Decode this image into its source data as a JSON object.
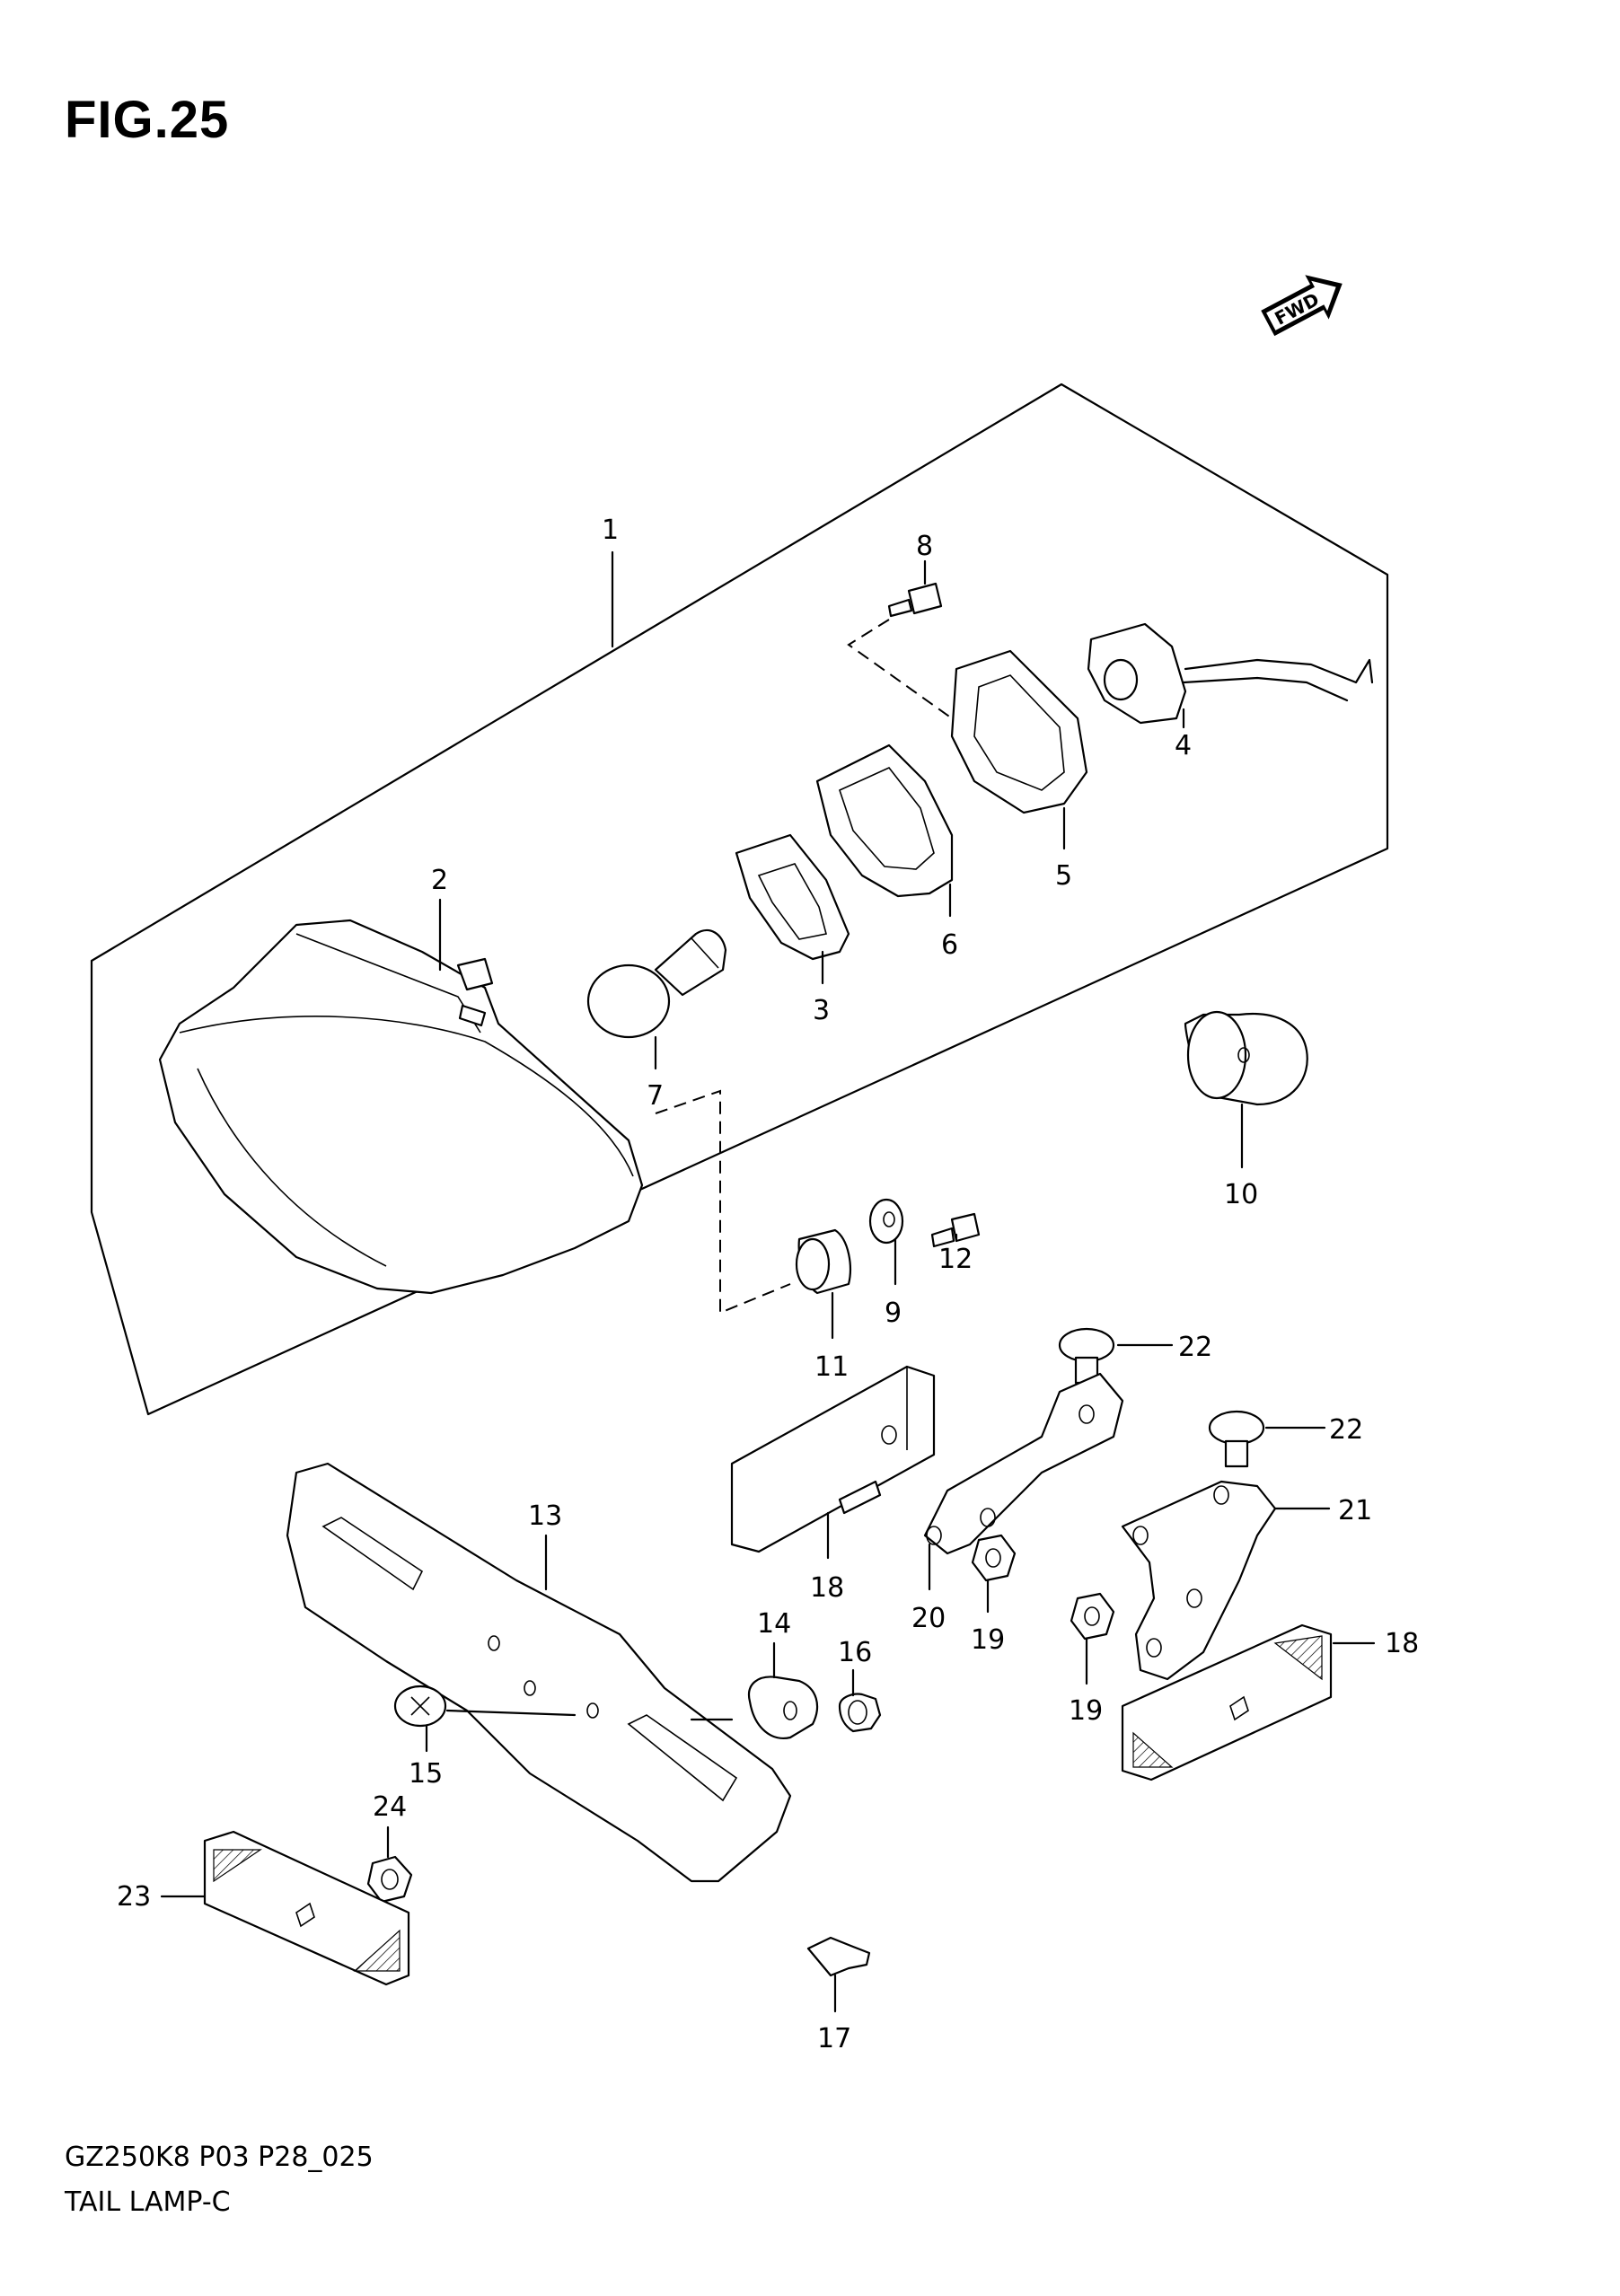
{
  "figure": {
    "title": "FIG.25"
  },
  "fwd_badge": {
    "label": "FWD"
  },
  "callouts": {
    "c1": "1",
    "c2": "2",
    "c3": "3",
    "c4": "4",
    "c5": "5",
    "c6": "6",
    "c7": "7",
    "c8": "8",
    "c9": "9",
    "c10": "10",
    "c11": "11",
    "c12": "12",
    "c13": "13",
    "c14": "14",
    "c15": "15",
    "c16": "16",
    "c17": "17",
    "c18a": "18",
    "c18b": "18",
    "c19a": "19",
    "c19b": "19",
    "c20": "20",
    "c21": "21",
    "c22a": "22",
    "c22b": "22",
    "c23": "23",
    "c24": "24"
  },
  "footer": {
    "model_code": "GZ250K8 P03 P28_025",
    "section_name": "TAIL LAMP-C"
  }
}
